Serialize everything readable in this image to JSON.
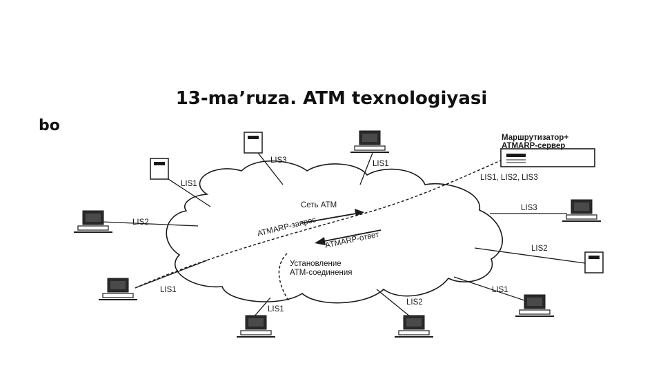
{
  "slide": {
    "title": "13-ma’ruza. ATM texnologiyasi",
    "title_fragment": "bo"
  },
  "diagram": {
    "network_label": "Сеть ATM",
    "router_label_line1": "Маршрутизатор+",
    "router_label_line2": "ATMARP-сервер",
    "router_lis_list": "LIS1, LIS2, LIS3",
    "request_label": "ATMARP-запрос",
    "reply_label": "ATMARP-ответ",
    "connection_label_line1": "Установление",
    "connection_label_line2": "АТМ-соединения",
    "nodes": [
      {
        "label": "LIS1"
      },
      {
        "label": "LIS3"
      },
      {
        "label": "LIS1"
      },
      {
        "label": "LIS2"
      },
      {
        "label": "LIS3"
      },
      {
        "label": "LIS2"
      },
      {
        "label": "LIS1"
      },
      {
        "label": "LIS2"
      },
      {
        "label": "LIS1"
      },
      {
        "label": "LIS1"
      }
    ],
    "colors": {
      "line": "#1a1a1a",
      "background": "#ffffff"
    }
  }
}
